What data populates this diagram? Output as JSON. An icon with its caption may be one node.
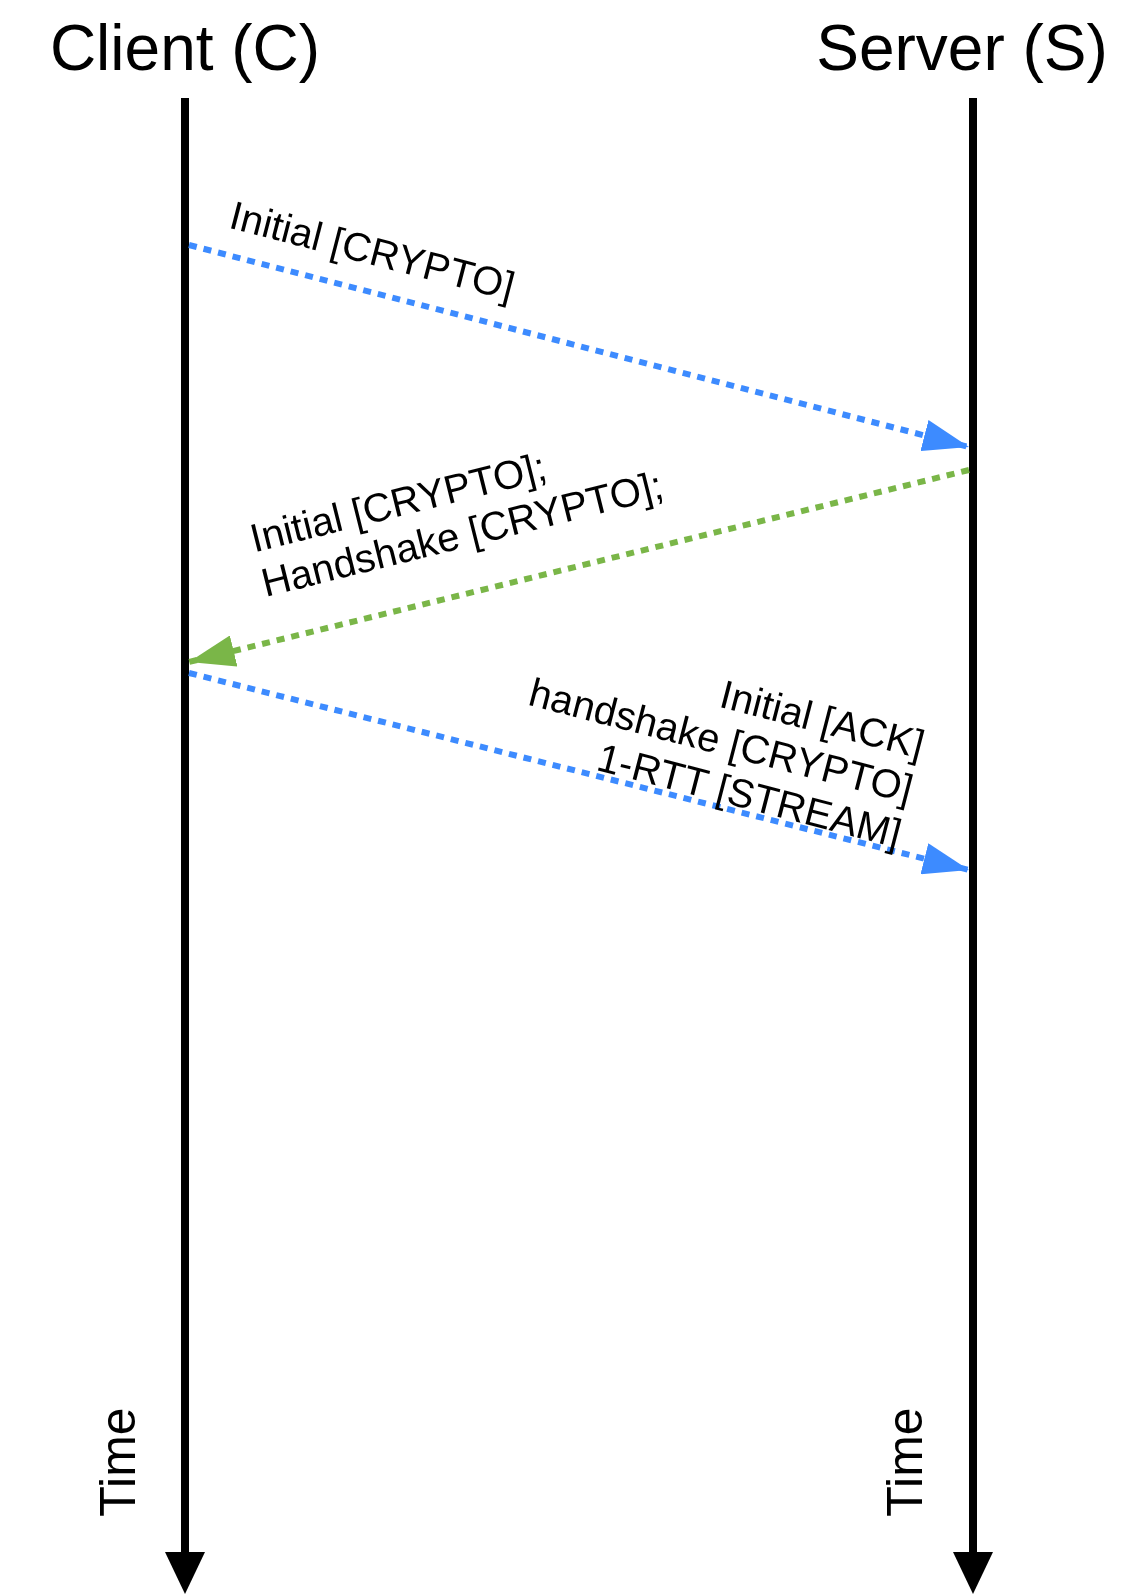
{
  "diagram": {
    "nodes": [
      {
        "text": [
          "Client (C)"
        ]
      },
      {
        "text": [
          "Server (S)"
        ]
      },
      {
        "text": [],
        "shape": "bar"
      },
      {
        "text": [],
        "shape": "bar"
      }
    ],
    "edges": [
      {
        "from": 2,
        "to": 3,
        "arrow": "to",
        "label": "Initial [CRYPTO]",
        "style": "dashed",
        "color": "#3d8bff"
      },
      {
        "from": 3,
        "to": 2,
        "arrow": "to",
        "label": "Initial [CRYPTO]; Handshake [CRYPTO];",
        "style": "dashed",
        "color": "#7ab648"
      },
      {
        "from": 2,
        "to": 3,
        "arrow": "to",
        "label": "Initial [ACK] handshake [CRYPTO] 1-RTT [STREAM]",
        "style": "dashed",
        "color": "#3d8bff"
      }
    ],
    "labels": [
      "Time",
      "Time"
    ]
  }
}
